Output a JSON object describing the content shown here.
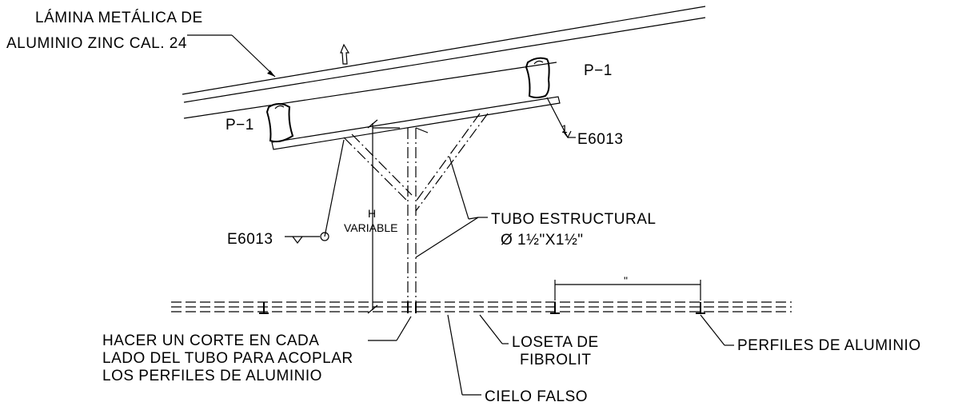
{
  "labels": {
    "lamina_line1": "LÁMINA METÁLICA DE",
    "lamina_line2": "ALUMINIO ZINC CAL. 24",
    "purlin_right": "P−1",
    "purlin_left": "P−1",
    "weld_right": "E6013",
    "weld_left": "E6013",
    "height_h": "H",
    "height_variable": "VARIABLE",
    "tubo_line1": "TUBO ESTRUCTURAL",
    "tubo_line2": "Ø 1½\"X1½\"",
    "corte_line1": "HACER UN CORTE EN CADA",
    "corte_line2": "LADO DEL TUBO PARA ACOPLAR",
    "corte_line3": "LOS PERFILES DE ALUMINIO",
    "loseta_line1": "LOSETA DE",
    "loseta_line2": "FIBROLIT",
    "perfiles": "PERFILES DE ALUMINIO",
    "cielo": "CIELO FALSO",
    "weld_symbol_right": "1",
    "dim_small": "\""
  }
}
